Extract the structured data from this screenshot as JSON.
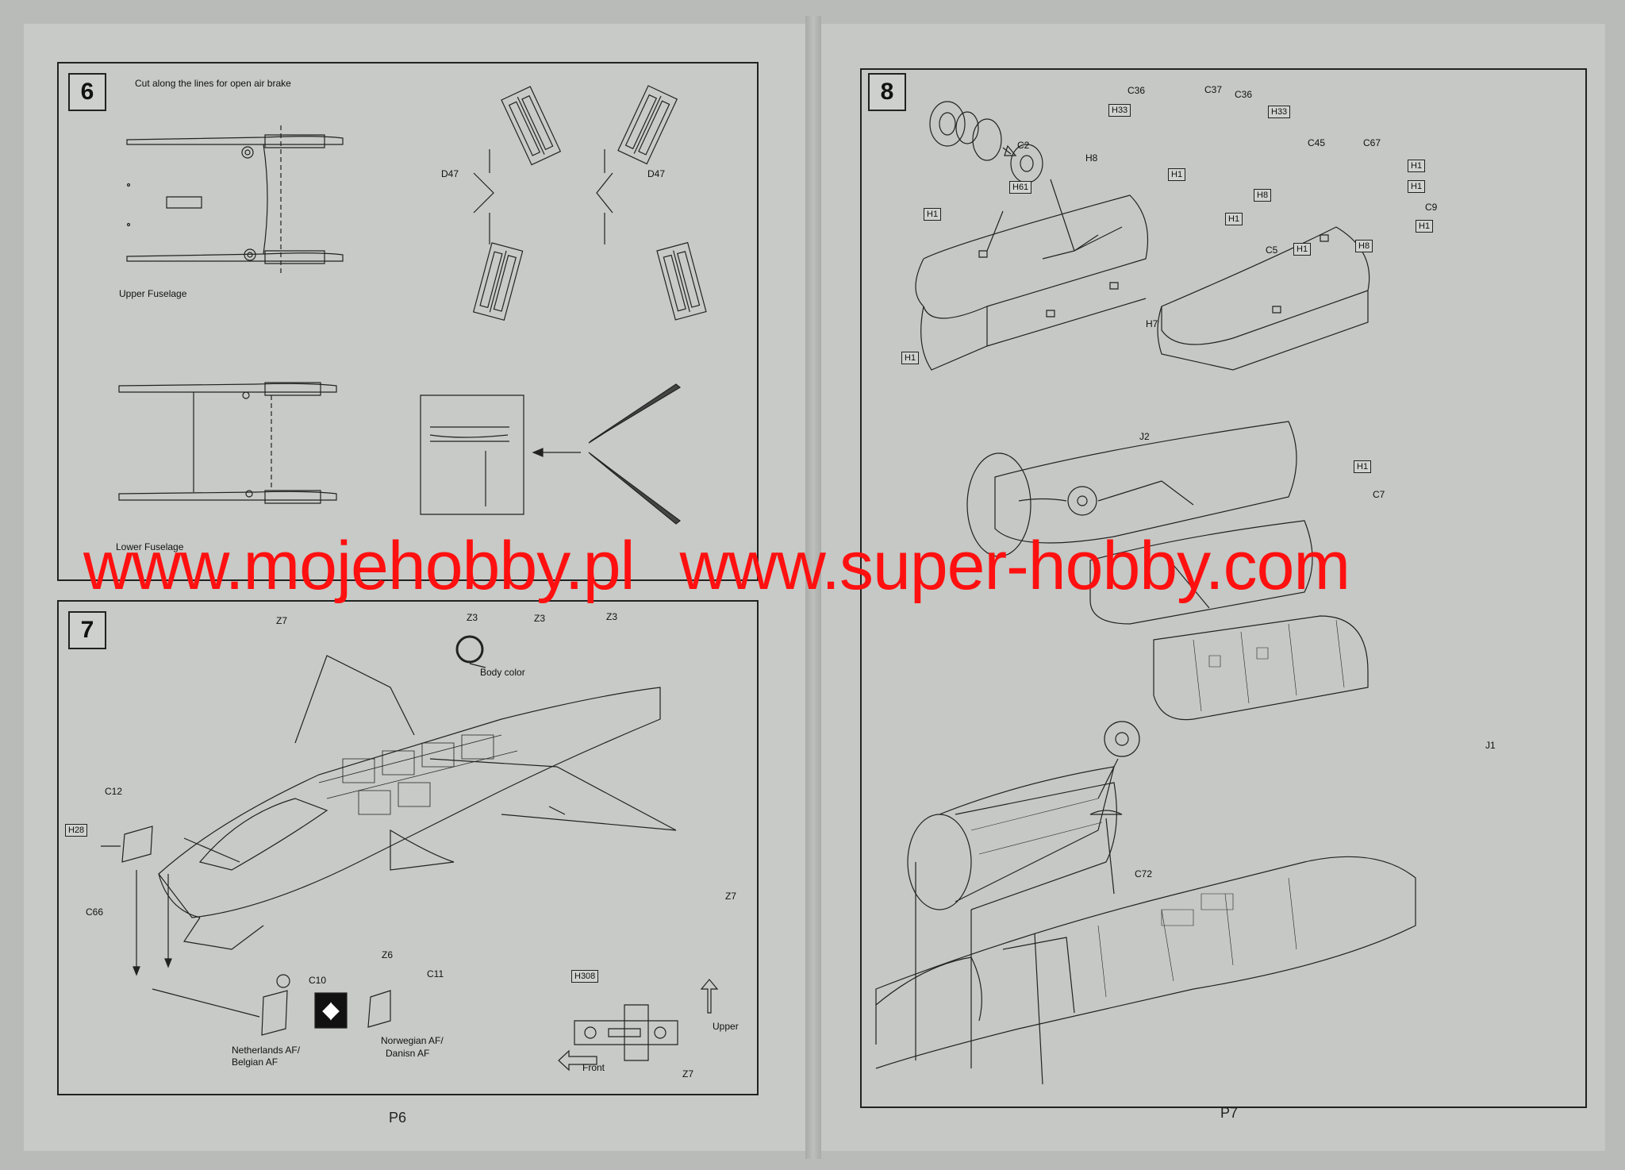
{
  "step6": {
    "number": "6",
    "note": "Cut along the lines for open air brake",
    "upper_label": "Upper Fuselage",
    "lower_label": "Lower Fuselage",
    "part_left": "D47",
    "part_right": "D47"
  },
  "step7": {
    "number": "7",
    "z7_top": "Z7",
    "z3_a": "Z3",
    "z3_b": "Z3",
    "z3_c": "Z3",
    "body_color": "Body color",
    "c12": "C12",
    "h28": "H28",
    "c66": "C66",
    "z7_right": "Z7",
    "z6": "Z6",
    "c10": "C10",
    "c11": "C11",
    "netherlands": "Netherlands AF/",
    "belgian": "Belgian AF",
    "norwegian": "Norwegian AF/",
    "danish": "Danisn AF",
    "h308": "H308",
    "upper": "Upper",
    "front": "Front",
    "z7_bottom": "Z7"
  },
  "step8": {
    "number": "8",
    "c36_a": "C36",
    "c37": "C37",
    "c36_b": "C36",
    "h33_a": "H33",
    "h33_b": "H33",
    "h1_wheel": "H1",
    "c2": "C2",
    "h8": "H8",
    "h61": "H61",
    "h1_a": "H1",
    "h1_b": "H1",
    "h7": "H7",
    "c45": "C45",
    "c67": "C67",
    "h1_c": "H1",
    "h8_b": "H8",
    "h1_d": "H1",
    "c9": "C9",
    "h1_e": "H1",
    "h1_f": "H1",
    "c5": "C5",
    "h1_g": "H1",
    "h8_c": "H8",
    "j2": "J2",
    "h1_j": "H1",
    "c7": "C7",
    "j1": "J1",
    "c72": "C72"
  },
  "pages": {
    "left": "P6",
    "right": "P7"
  },
  "watermark": {
    "left": "www.mojehobby.pl",
    "right": "www.super-hobby.com"
  },
  "colors": {
    "watermark": "#ff1010",
    "paper": "#c7cac6"
  }
}
